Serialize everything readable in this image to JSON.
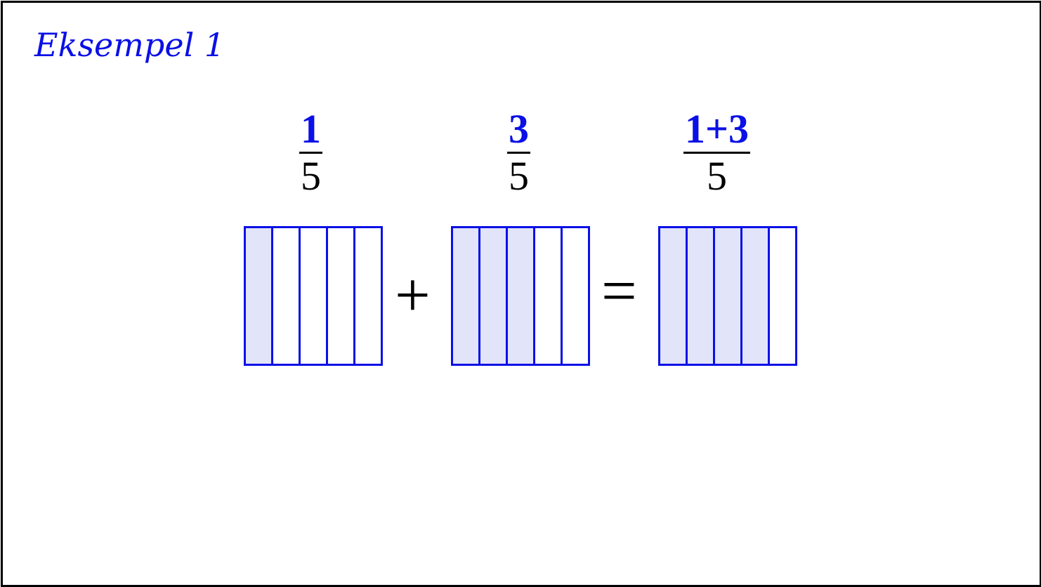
{
  "title": "Eksempel 1",
  "colors": {
    "accent": "#0a10e6",
    "fill": "#e2e4fa",
    "empty": "#ffffff",
    "text": "#000000",
    "frame": "#000000"
  },
  "fractions": [
    {
      "numerator": "1",
      "denominator": "5"
    },
    {
      "numerator": "3",
      "denominator": "5"
    },
    {
      "numerator": "1+3",
      "denominator": "5"
    }
  ],
  "operators": {
    "plus": "+",
    "equals": "="
  },
  "boxes": [
    {
      "parts": 5,
      "shaded": 1
    },
    {
      "parts": 5,
      "shaded": 3
    },
    {
      "parts": 5,
      "shaded": 4
    }
  ]
}
